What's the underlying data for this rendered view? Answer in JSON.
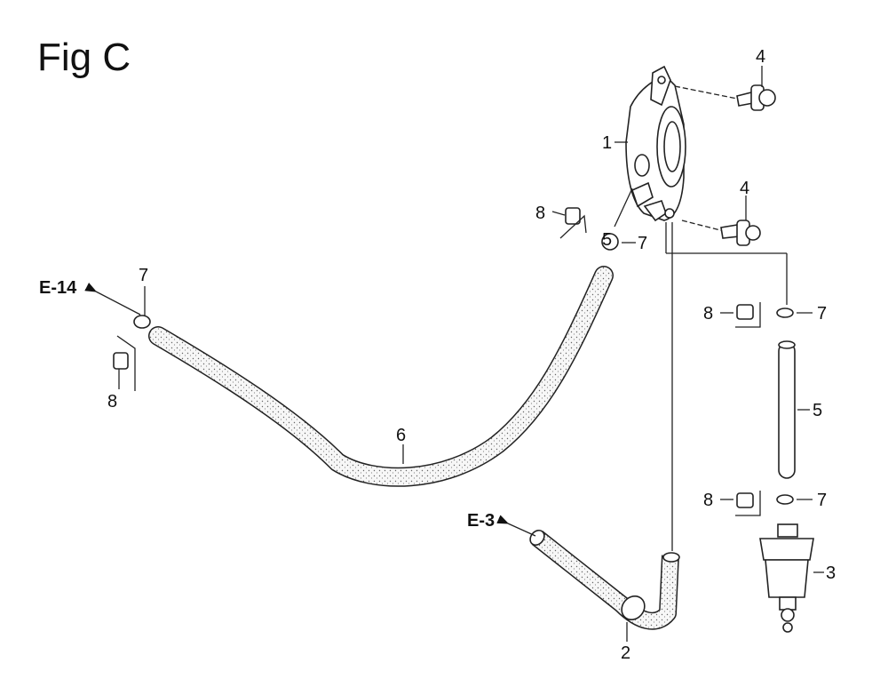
{
  "figure": {
    "title": "Fig C",
    "callouts": [
      {
        "id": "c4a",
        "text": "4"
      },
      {
        "id": "c1",
        "text": "1"
      },
      {
        "id": "c4b",
        "text": "4"
      },
      {
        "id": "c8a",
        "text": "8"
      },
      {
        "id": "c5a",
        "text": "5"
      },
      {
        "id": "c7a",
        "text": "7"
      },
      {
        "id": "c7b",
        "text": "7"
      },
      {
        "id": "c8b",
        "text": "8"
      },
      {
        "id": "c8c",
        "text": "8"
      },
      {
        "id": "c7c",
        "text": "7"
      },
      {
        "id": "c5b",
        "text": "5"
      },
      {
        "id": "c6",
        "text": "6"
      },
      {
        "id": "c8d",
        "text": "8"
      },
      {
        "id": "c7d",
        "text": "7"
      },
      {
        "id": "c3",
        "text": "3"
      },
      {
        "id": "c2",
        "text": "2"
      }
    ],
    "refs": [
      {
        "id": "e14",
        "text": "E-14"
      },
      {
        "id": "e3",
        "text": "E-3"
      }
    ],
    "stroke_color": "#222222",
    "hose_fill": "#f4f4f4"
  }
}
